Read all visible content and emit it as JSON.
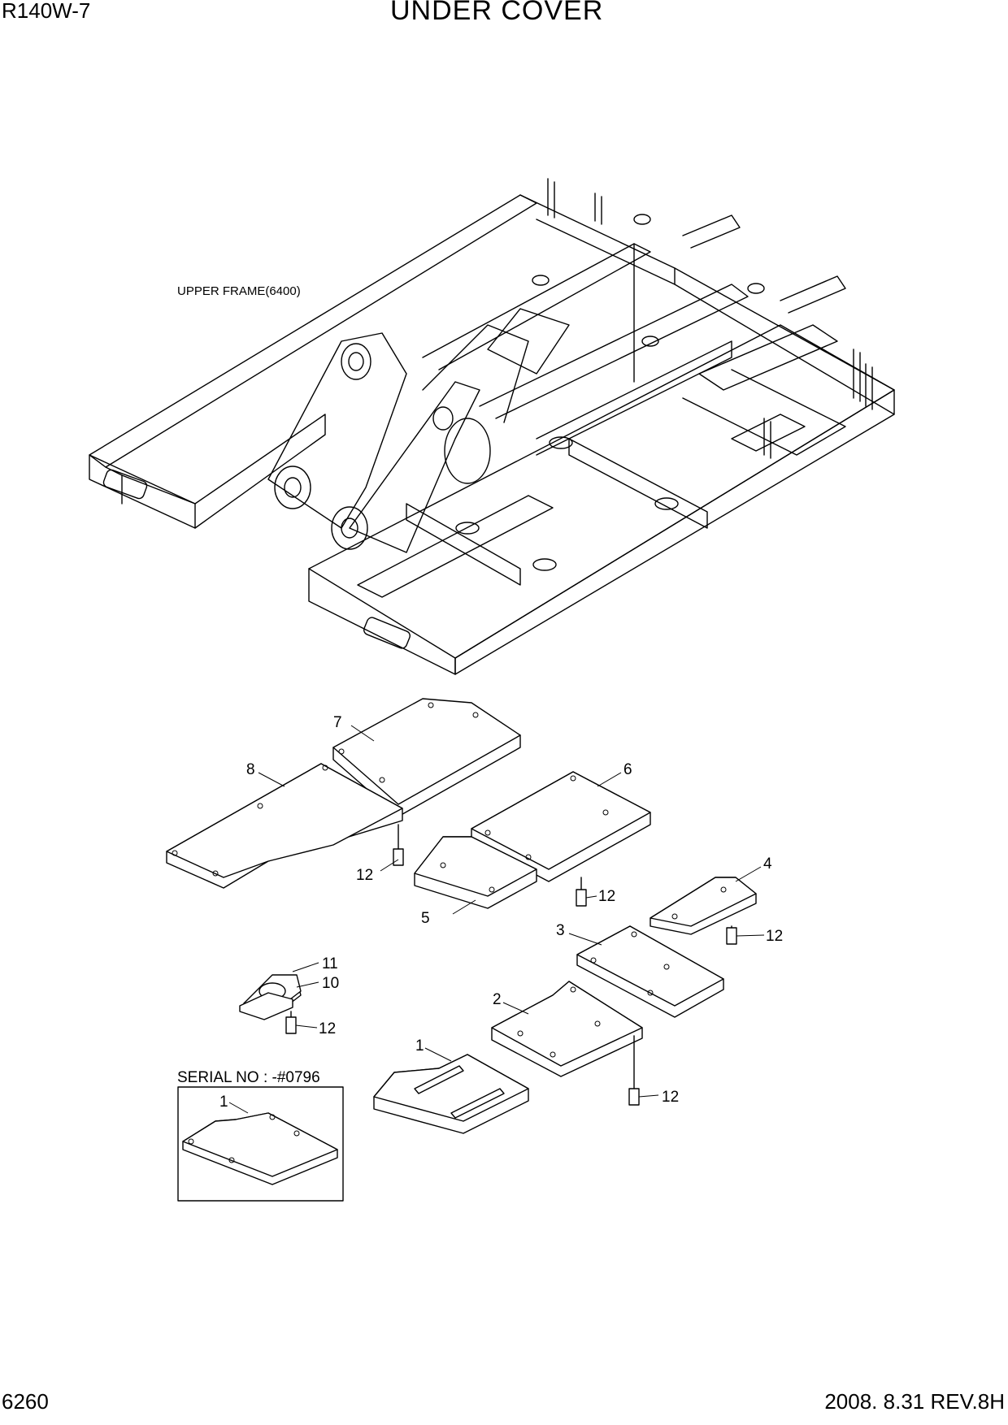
{
  "header": {
    "model": "R140W-7",
    "title": "UNDER COVER"
  },
  "footer": {
    "page_number": "6260",
    "date_rev": "2008. 8.31  REV.8H"
  },
  "frame_label": "UPPER FRAME(6400)",
  "serial_label": "SERIAL NO : -#0796",
  "callouts": [
    "7",
    "8",
    "6",
    "12",
    "12",
    "4",
    "12",
    "5",
    "3",
    "11",
    "10",
    "12",
    "2",
    "1",
    "12",
    "1"
  ]
}
